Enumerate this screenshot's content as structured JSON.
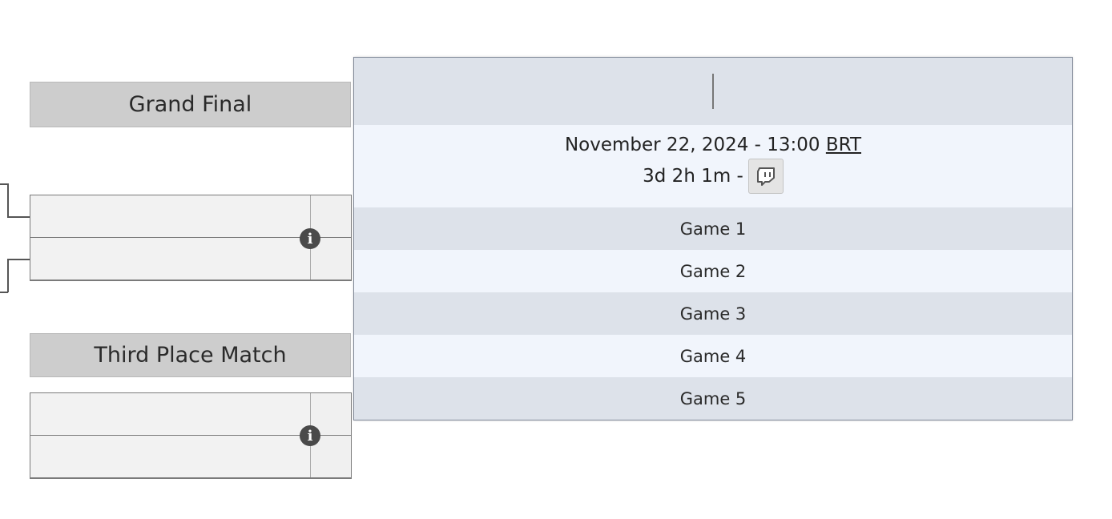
{
  "bracket": {
    "grand_final_label": "Grand Final",
    "third_place_label": "Third Place Match"
  },
  "match_popup": {
    "datetime": "November 22, 2024 - 13:00",
    "timezone": "BRT",
    "countdown": "3d 2h 1m -",
    "stream_icon": "twitch-icon",
    "games": [
      "Game 1",
      "Game 2",
      "Game 3",
      "Game 4",
      "Game 5"
    ]
  },
  "colors": {
    "header_bg": "#cdcdcd",
    "popup_dark_row": "#dde2ea",
    "popup_light_row": "#f1f5fc"
  }
}
